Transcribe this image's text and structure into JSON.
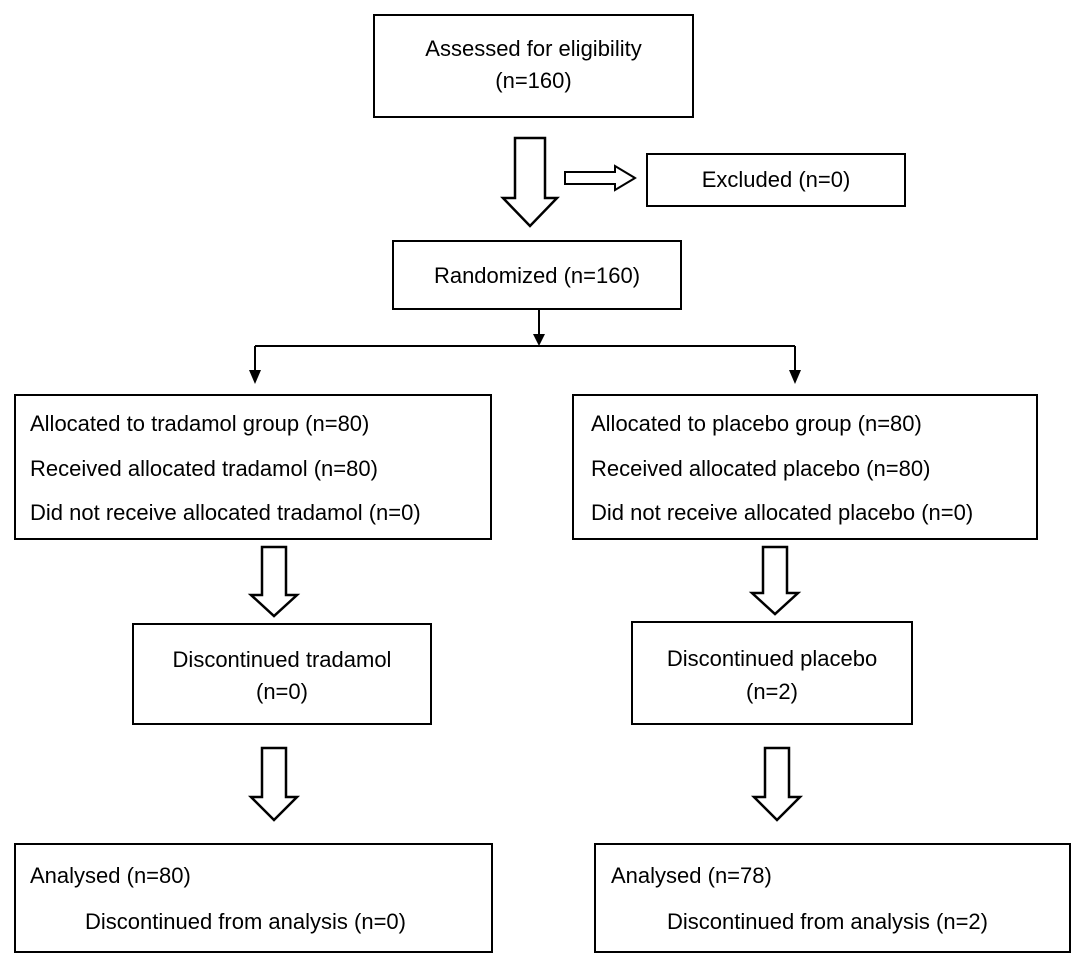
{
  "flowchart": {
    "assessed": {
      "line1": "Assessed for eligibility",
      "line2": "(n=160)"
    },
    "excluded": {
      "label": "Excluded (n=0)"
    },
    "randomized": {
      "label": "Randomized (n=160)"
    },
    "tradamol_allocation": {
      "line1": "Allocated to tradamol group (n=80)",
      "line2": "Received allocated tradamol (n=80)",
      "line3": "Did not receive allocated tradamol (n=0)"
    },
    "placebo_allocation": {
      "line1": "Allocated to placebo group (n=80)",
      "line2": "Received allocated placebo (n=80)",
      "line3": "Did not receive allocated placebo (n=0)"
    },
    "tradamol_discontinued": {
      "line1": "Discontinued tradamol",
      "line2": "(n=0)"
    },
    "placebo_discontinued": {
      "line1": "Discontinued placebo",
      "line2": "(n=2)"
    },
    "tradamol_analysed": {
      "line1": "Analysed (n=80)",
      "line2": "Discontinued from analysis (n=0)"
    },
    "placebo_analysed": {
      "line1": "Analysed (n=78)",
      "line2": "Discontinued from analysis (n=2)"
    }
  }
}
